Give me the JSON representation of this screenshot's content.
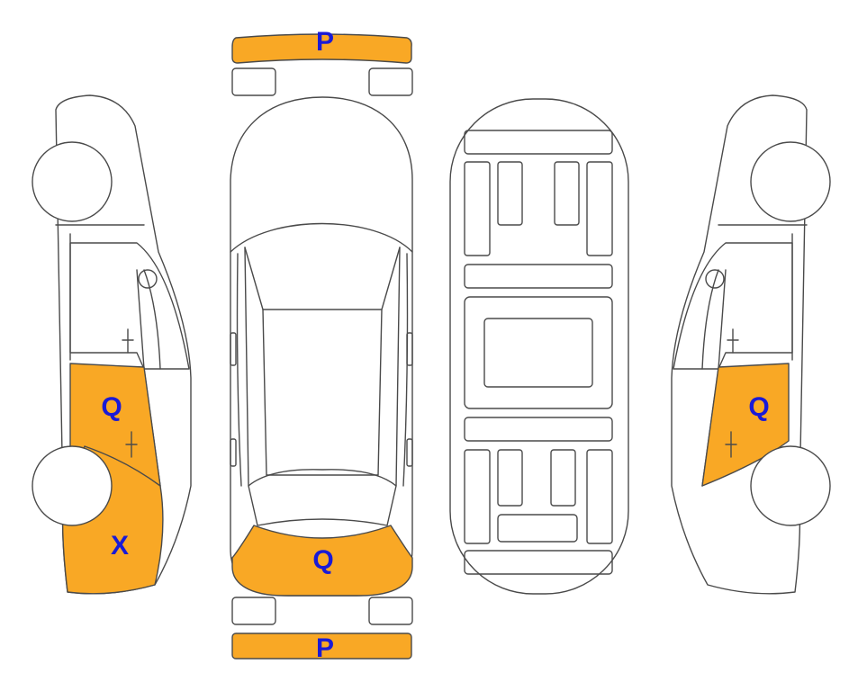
{
  "colors": {
    "damage_fill": "#f9a825",
    "outline": "#4a4a4a",
    "label": "#1a1ad6",
    "background": "#ffffff"
  },
  "labels": {
    "front_bumper": "P",
    "rear_bumper": "P",
    "left_front_door": "Q",
    "left_front_fender": "X",
    "hood": "Q",
    "right_front_door": "Q"
  }
}
